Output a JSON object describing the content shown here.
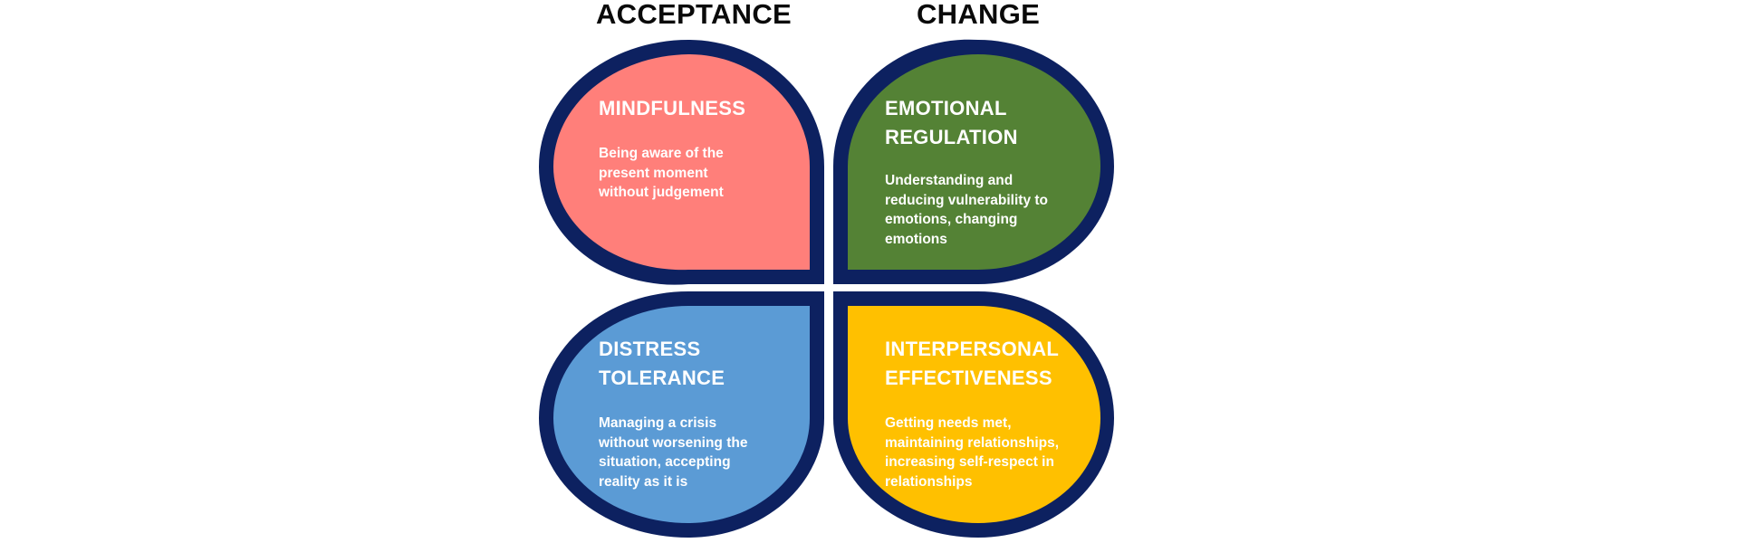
{
  "headings": {
    "acceptance": "ACCEPTANCE",
    "change": "CHANGE"
  },
  "quadrants": {
    "mindfulness": {
      "title_lines": [
        "MINDFULNESS"
      ],
      "description_lines": [
        "Being aware of the",
        "present moment",
        "without judgement"
      ],
      "color": "#ff7f7a"
    },
    "emotional_regulation": {
      "title_lines": [
        "EMOTIONAL",
        "REGULATION"
      ],
      "description_lines": [
        "Understanding and",
        "reducing vulnerability to",
        "emotions, changing",
        "emotions"
      ],
      "color": "#548235"
    },
    "distress_tolerance": {
      "title_lines": [
        "DISTRESS",
        "TOLERANCE"
      ],
      "description_lines": [
        "Managing a crisis",
        "without worsening the",
        "situation, accepting",
        "reality as it is"
      ],
      "color": "#5b9bd5"
    },
    "interpersonal_effectiveness": {
      "title_lines": [
        "INTERPERSONAL",
        "EFFECTIVENESS"
      ],
      "description_lines": [
        "Getting needs met,",
        "maintaining relationships,",
        "increasing self-respect in",
        "relationships"
      ],
      "color": "#ffc000"
    }
  },
  "colors": {
    "outline": "#0d2160",
    "text_on_shape": "#ffffff",
    "heading_text": "#0a0a0a"
  }
}
